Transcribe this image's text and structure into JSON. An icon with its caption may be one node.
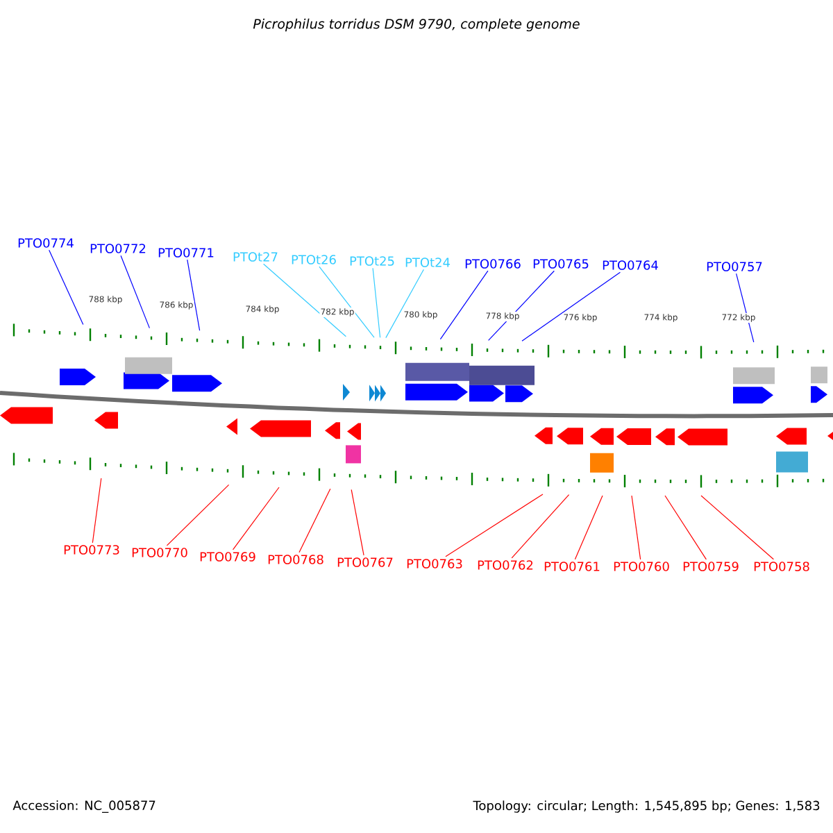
{
  "diagram": {
    "title": "Picrophilus torridus DSM 9790, complete genome",
    "nodes": [
      {
        "text": [
          "PTO0774"
        ]
      },
      {
        "text": [
          "PTO0772"
        ]
      },
      {
        "text": [
          "PTO0771"
        ]
      },
      {
        "text": [
          "PTOt27"
        ]
      },
      {
        "text": [
          "PTOt26"
        ]
      },
      {
        "text": [
          "PTOt25"
        ]
      },
      {
        "text": [
          "PTOt24"
        ]
      },
      {
        "text": [
          "PTO0766"
        ]
      },
      {
        "text": [
          "PTO0765"
        ]
      },
      {
        "text": [
          "PTO0764"
        ]
      },
      {
        "text": [
          "PTO0757"
        ]
      },
      {
        "text": [
          "PTO0773"
        ]
      },
      {
        "text": [
          "PTO0770"
        ]
      },
      {
        "text": [
          "PTO0769"
        ]
      },
      {
        "text": [
          "PTO0768"
        ]
      },
      {
        "text": [
          "PTO0767"
        ]
      },
      {
        "text": [
          "PTO0763"
        ]
      },
      {
        "text": [
          "PTO0762"
        ]
      },
      {
        "text": [
          "PTO0761"
        ]
      },
      {
        "text": [
          "PTO0760"
        ]
      },
      {
        "text": [
          "PTO0759"
        ]
      },
      {
        "text": [
          "PTO0758"
        ]
      }
    ],
    "edges": [
      {
        "from": 0,
        "to": null,
        "arrow": "none",
        "color": "#0000ff"
      },
      {
        "from": 1,
        "to": null,
        "arrow": "none",
        "color": "#0000ff"
      },
      {
        "from": 2,
        "to": null,
        "arrow": "none",
        "color": "#0000ff"
      },
      {
        "from": 3,
        "to": null,
        "arrow": "none",
        "color": "#33ccff"
      },
      {
        "from": 4,
        "to": null,
        "arrow": "none",
        "color": "#33ccff"
      },
      {
        "from": 5,
        "to": null,
        "arrow": "none",
        "color": "#33ccff"
      },
      {
        "from": 6,
        "to": null,
        "arrow": "none",
        "color": "#33ccff"
      },
      {
        "from": 7,
        "to": null,
        "arrow": "none",
        "color": "#0000ff"
      },
      {
        "from": 8,
        "to": null,
        "arrow": "none",
        "color": "#0000ff"
      },
      {
        "from": 9,
        "to": null,
        "arrow": "none",
        "color": "#0000ff"
      },
      {
        "from": 10,
        "to": null,
        "arrow": "none",
        "color": "#0000ff"
      },
      {
        "from": 11,
        "to": null,
        "arrow": "none"
      },
      {
        "from": 12,
        "to": null,
        "arrow": "none"
      },
      {
        "from": 13,
        "to": null,
        "arrow": "none"
      },
      {
        "from": 14,
        "to": null,
        "arrow": "none"
      },
      {
        "from": 15,
        "to": null,
        "arrow": "none"
      },
      {
        "from": 16,
        "to": null,
        "arrow": "none"
      },
      {
        "from": 17,
        "to": null,
        "arrow": "none"
      },
      {
        "from": 18,
        "to": null,
        "arrow": "none"
      },
      {
        "from": 19,
        "to": null,
        "arrow": "none"
      },
      {
        "from": 20,
        "to": null,
        "arrow": "none"
      },
      {
        "from": 21,
        "to": null,
        "arrow": "none"
      }
    ],
    "labels": [
      "788 kbp",
      "786 kbp",
      "784 kbp",
      "782 kbp",
      "780 kbp",
      "778 kbp",
      "776 kbp",
      "774 kbp",
      "772 kbp",
      "Accession: NC_005877",
      "Topology: circular; Length: 1,545,895 bp; Genes: 1,583"
    ]
  }
}
